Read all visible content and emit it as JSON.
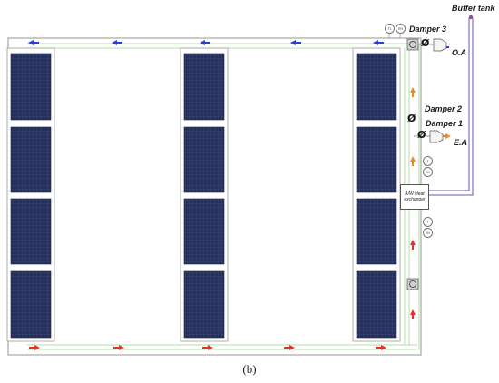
{
  "labels": {
    "buffer_tank": "Buffer tank",
    "damper3": "Damper 3",
    "damper2": "Damper 2",
    "damper1": "Damper 1",
    "outdoor_air": "O.A",
    "exhaust_air": "E.A",
    "heat_exchanger": "A/W Heat exchanger",
    "caption": "(b)"
  },
  "sensors": {
    "s_top_1": "T1",
    "s_top_2": "RH",
    "s_mid_1": "T",
    "s_mid_2": "RH",
    "s_low_1": "T",
    "s_low_2": "RH"
  },
  "colors": {
    "duct": "#bfe3b4",
    "frame": "#9e9e9e",
    "panel": "#232a52",
    "arrow_blue": "#2a3fd6",
    "arrow_red": "#e2322b",
    "arrow_orange": "#f08a25",
    "buffer_pipe": "#6b5aa8"
  },
  "icons": {
    "damper": "damper-symbol",
    "fan": "fan-icon",
    "flow_arrow": "arrow-icon"
  }
}
